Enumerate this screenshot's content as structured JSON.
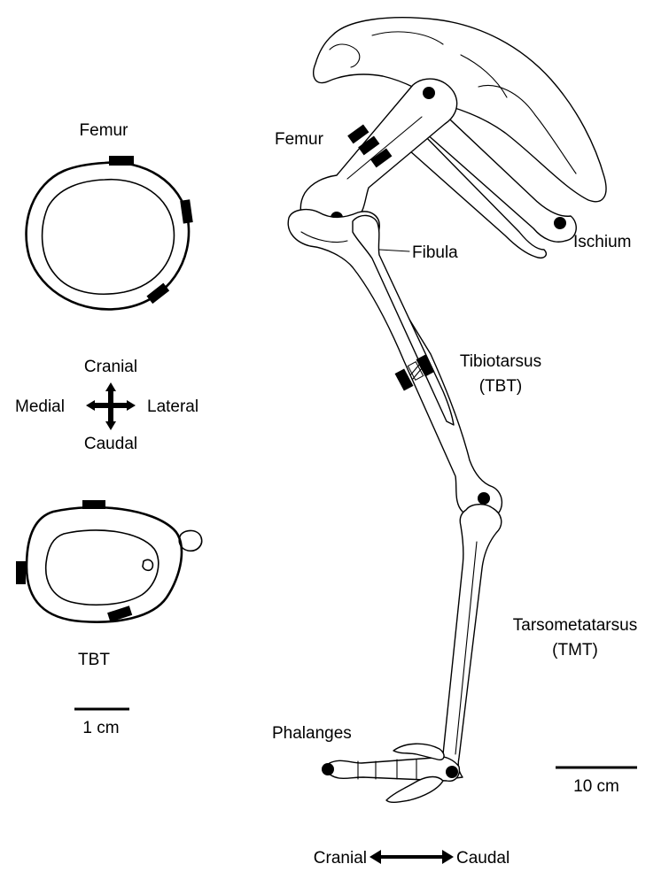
{
  "cross_sections": {
    "femur_title": "Femur",
    "tbt_title": "TBT",
    "scale_label": "1 cm"
  },
  "orientation": {
    "cranial": "Cranial",
    "caudal": "Caudal",
    "medial": "Medial",
    "lateral": "Lateral"
  },
  "limb_labels": {
    "femur": "Femur",
    "fibula": "Fibula",
    "ischium": "Ischium",
    "tibiotarsus": "Tibiotarsus",
    "tibiotarsus_abbr": "(TBT)",
    "tarsometatarsus": "Tarsometatarsus",
    "tarsometatarsus_abbr": "(TMT)",
    "phalanges": "Phalanges",
    "scale_label": "10 cm"
  },
  "bottom_axis": {
    "left": "Cranial",
    "right": "Caudal"
  }
}
